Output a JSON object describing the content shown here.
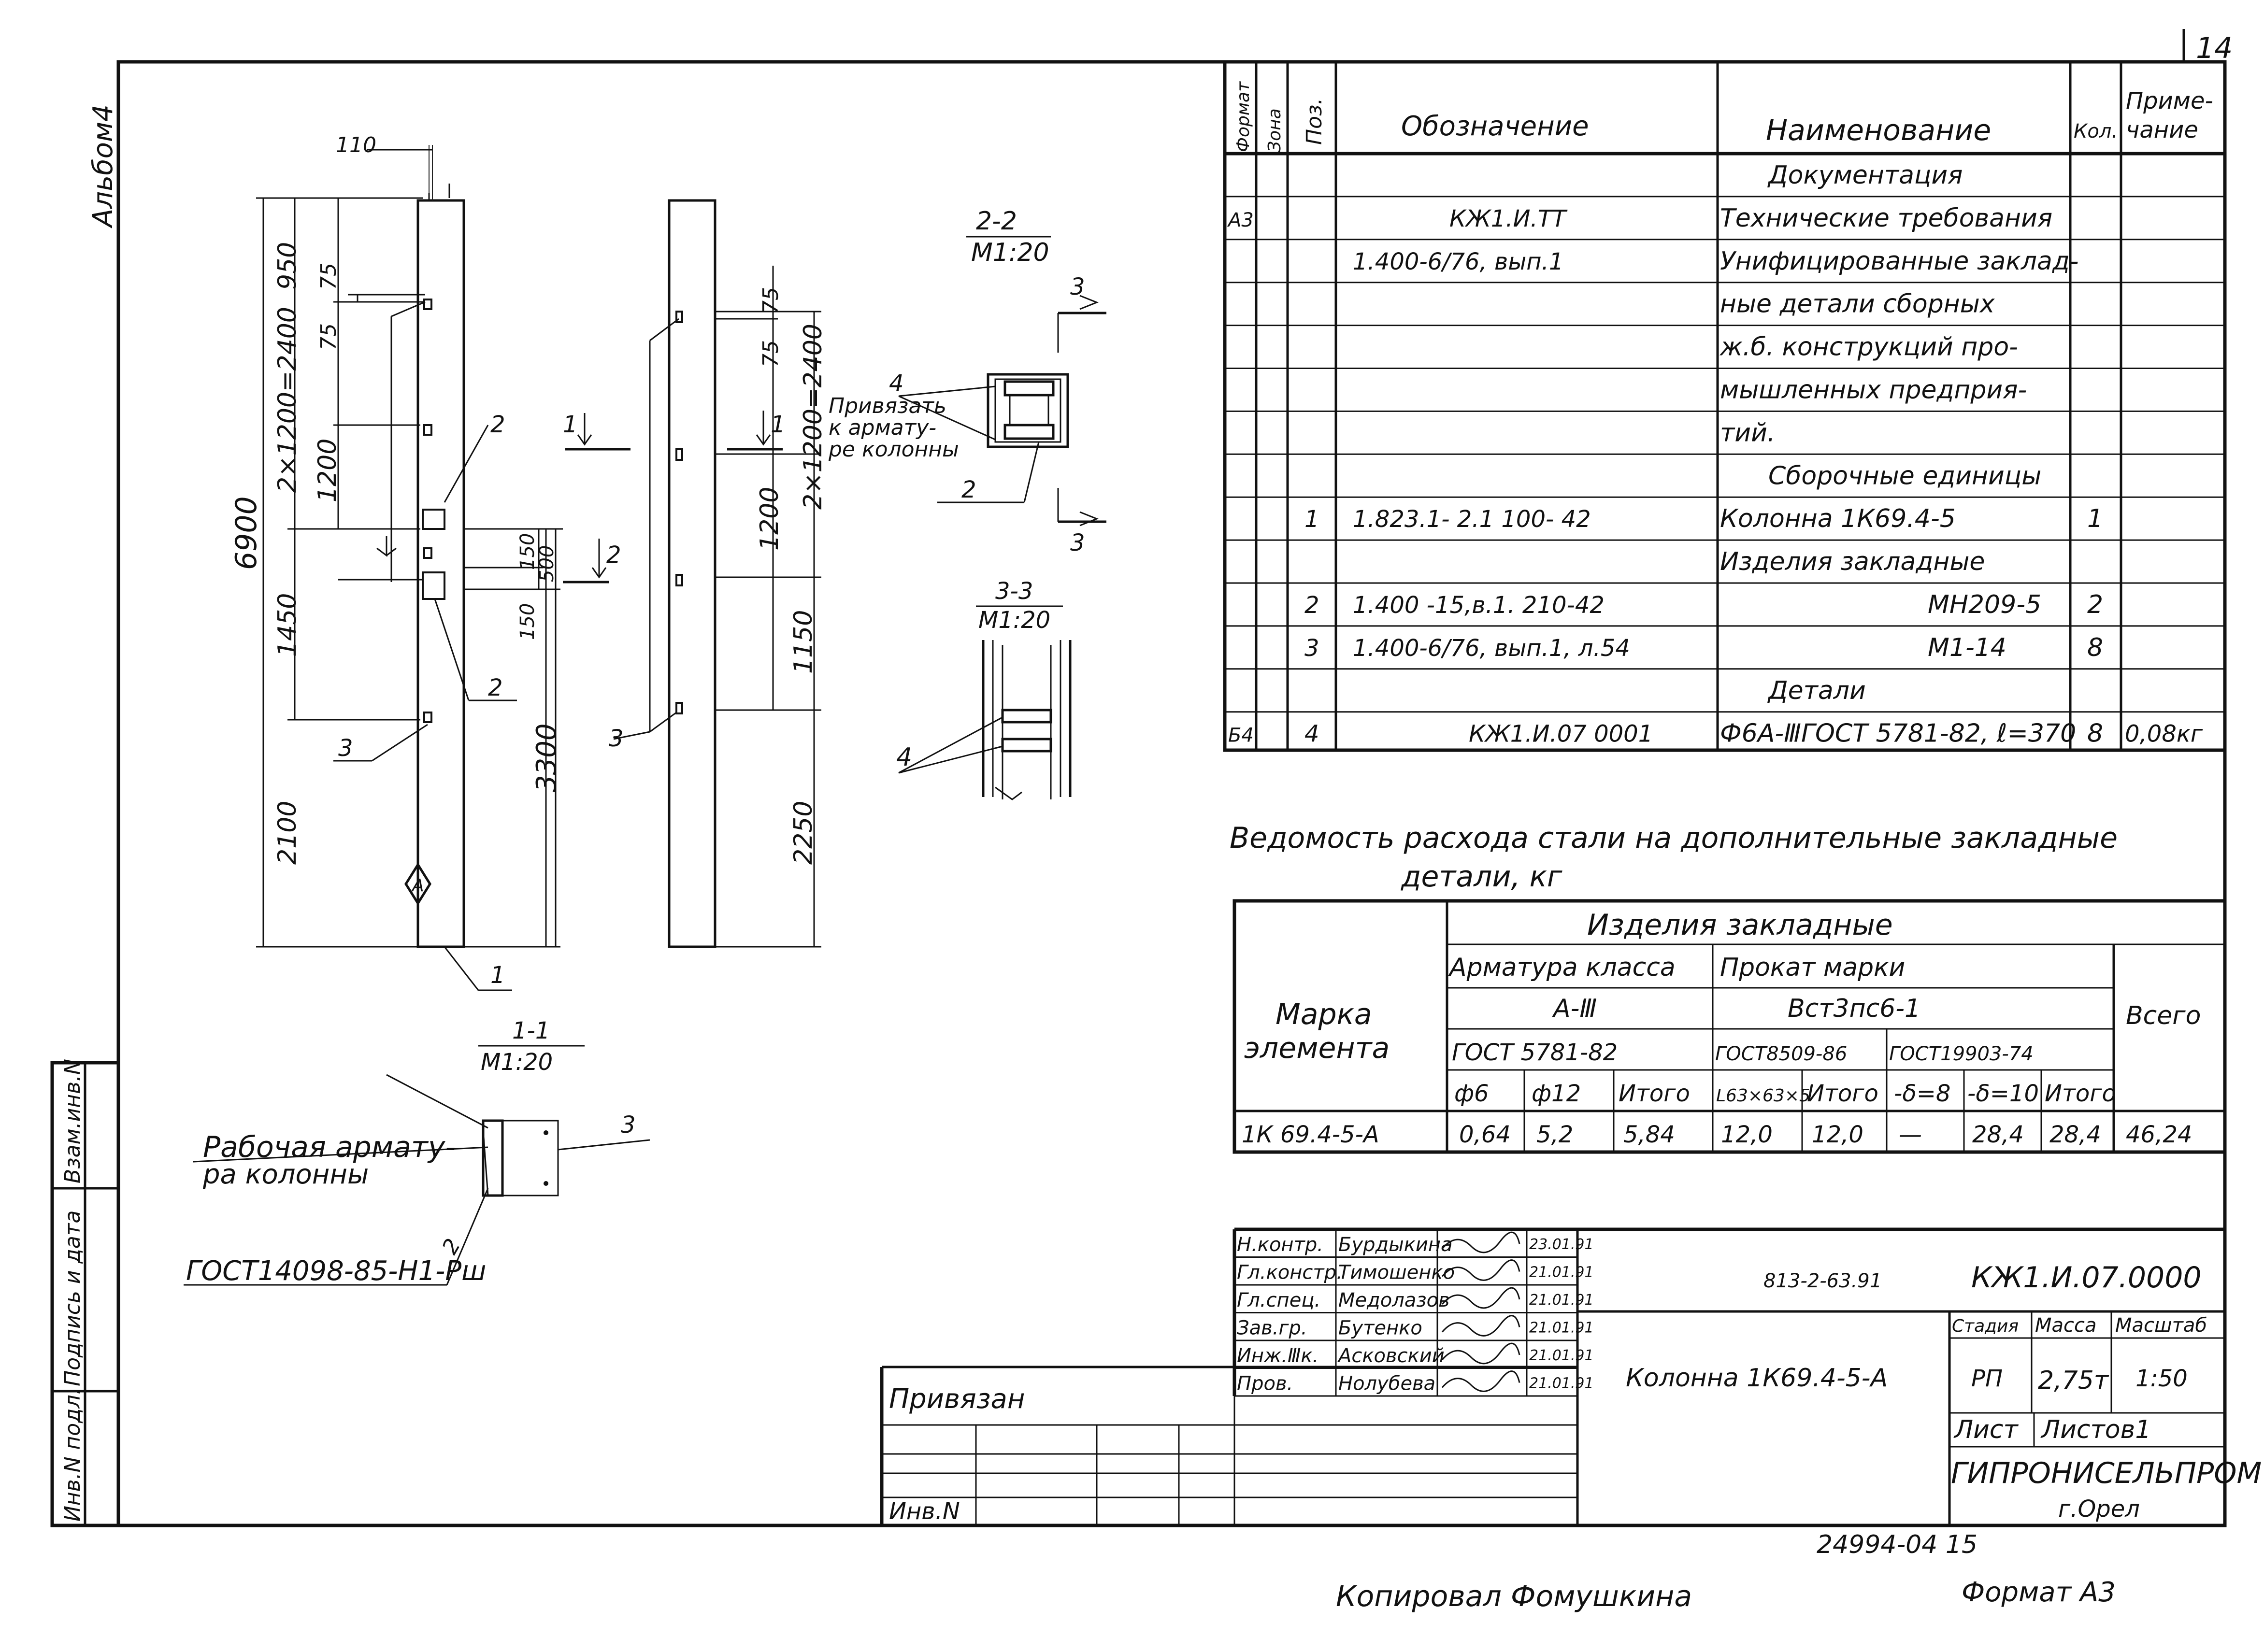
{
  "sheet": {
    "page_number": "14",
    "album": "Альбом4",
    "copied_by": "Копировал Фомушкина",
    "format": "Формат А3",
    "archive_number": "24994-04 15"
  },
  "spec_table": {
    "headers": {
      "format": "Формат",
      "zone": "Зона",
      "pos": "Поз.",
      "designation": "Обозначение",
      "name": "Наименование",
      "qty": "Кол.",
      "note_line1": "Приме-",
      "note_line2": "чание"
    },
    "rows": [
      {
        "format": "",
        "pos": "",
        "designation": "",
        "name": "Документация",
        "qty": "",
        "note": ""
      },
      {
        "format": "А3",
        "pos": "",
        "designation": "КЖ1.И.ТТ",
        "name": "Технические требования",
        "qty": "",
        "note": ""
      },
      {
        "format": "",
        "pos": "",
        "designation": "1.400-6/76, вып.1",
        "name": "Унифицированные заклад-",
        "qty": "",
        "note": ""
      },
      {
        "format": "",
        "pos": "",
        "designation": "",
        "name": "ные детали  сборных",
        "qty": "",
        "note": ""
      },
      {
        "format": "",
        "pos": "",
        "designation": "",
        "name": "ж.б. конструкций  про-",
        "qty": "",
        "note": ""
      },
      {
        "format": "",
        "pos": "",
        "designation": "",
        "name": "мышленных  предприя-",
        "qty": "",
        "note": ""
      },
      {
        "format": "",
        "pos": "",
        "designation": "",
        "name": "тий.",
        "qty": "",
        "note": ""
      },
      {
        "format": "",
        "pos": "",
        "designation": "",
        "name": "Сборочные единицы",
        "qty": "",
        "note": ""
      },
      {
        "format": "",
        "pos": "1",
        "designation": "1.823.1- 2.1    100- 42",
        "name": "Колонна 1К69.4-5",
        "qty": "1",
        "note": ""
      },
      {
        "format": "",
        "pos": "",
        "designation": "",
        "name": "Изделия закладные",
        "qty": "",
        "note": ""
      },
      {
        "format": "",
        "pos": "2",
        "designation": "1.400 -15,в.1. 210-42",
        "name": "МН209-5",
        "qty": "2",
        "note": ""
      },
      {
        "format": "",
        "pos": "3",
        "designation": "1.400-6/76, вып.1, л.54",
        "name": "М1-14",
        "qty": "8",
        "note": ""
      },
      {
        "format": "",
        "pos": "",
        "designation": "",
        "name": "Детали",
        "qty": "",
        "note": ""
      },
      {
        "format": "Б4",
        "pos": "4",
        "designation": "КЖ1.И.07 0001",
        "name": "Ф6А-ⅢГОСТ 5781-82, ℓ=370",
        "qty": "8",
        "note": "0,08кг"
      }
    ]
  },
  "steel_table": {
    "title_line1": "Ведомость расхода стали на дополнительные закладные",
    "title_line2": "детали, кг",
    "h_element_line1": "Марка",
    "h_element_line2": "элемента",
    "h_products": "Изделия закладные",
    "h_rebar_class": "Арматура класса",
    "h_rolled_grade": "Прокат марки",
    "h_total": "Всего",
    "h_a3": "А-Ⅲ",
    "h_steel": "Вст3пс6-1",
    "h_gost5781": "ГОСТ 5781-82",
    "h_gost8509": "ГОСТ8509-86",
    "h_gost19903": "ГОСТ19903-74",
    "cols": [
      "ф6",
      "ф12",
      "Итого",
      "L63×63×5",
      "Итого",
      "-δ=8",
      "-δ=10",
      "Итого"
    ],
    "row": {
      "mark": "1К 69.4-5-А",
      "values": [
        "0,64",
        "5,2",
        "5,84",
        "12,0",
        "12,0",
        "—",
        "28,4",
        "28,4"
      ],
      "total": "46,24"
    }
  },
  "title_block": {
    "roles": [
      "Н.контр.",
      "Гл.констр.",
      "Гл.спец.",
      "Зав.гр.",
      "Инж.Ⅲк.",
      "Пров."
    ],
    "names": [
      "Бурдыкина",
      "Тимошенко",
      "Медолазов",
      "Бутенко",
      "Асковский",
      "Нолубева"
    ],
    "dates": [
      "23.01.91",
      "21.01.91",
      "21.01.91",
      "21.01.91",
      "21.01.91",
      "21.01.91"
    ],
    "project_code": "813-2-63.91",
    "designation": "КЖ1.И.07.0000",
    "object_name": "Колонна 1К69.4-5-А",
    "stage_label": "Стадия",
    "mass_label": "Масса",
    "scale_label": "Масштаб",
    "stage": "РП",
    "mass": "2,75т",
    "scale": "1:50",
    "sheet_label": "Лист",
    "sheets_label": "Листов1",
    "org": "ГИПРОНИСЕЛЬПРОМ",
    "city": "г.Орел",
    "bound_label": "Привязан",
    "inv_label": "Инв.N"
  },
  "side_stamp": {
    "inv_orig": "Инв.N подл.",
    "sign_date": "Подпись и дата",
    "replace_inv": "Взам.инв.N"
  },
  "drawing": {
    "dims_front": [
      "110",
      "950",
      "75",
      "75",
      "2×1200=2400",
      "1200",
      "1450",
      "2100",
      "6900",
      "150",
      "150",
      "500",
      "3300"
    ],
    "dims_side": [
      "75",
      "75",
      "2×1200=2400",
      "1200",
      "1150",
      "2250"
    ],
    "section_2_title": "2-2",
    "section_2_scale": "М1:20",
    "section_3_title": "3-3",
    "section_3_scale": "М1:20",
    "section_1_title": "1-1",
    "section_1_scale": "М1:20",
    "note_attach_line1": "Привязать",
    "note_attach_line2": "к армату-",
    "note_attach_line3": "ре колонны",
    "rebar_note_line1": "Рабочая армату-",
    "rebar_note_line2": "ра колонны",
    "gost_note": "ГОСТ14098-85-Н1-Рш",
    "cut_labels": [
      "1",
      "1",
      "2",
      "2",
      "3",
      "3"
    ],
    "callouts_front": [
      "2",
      "2",
      "3",
      "1"
    ],
    "callouts_side": [
      "3"
    ],
    "callouts_sec2": [
      "4",
      "2"
    ],
    "callouts_sec3": [
      "4"
    ],
    "callouts_sec1": [
      "3",
      "2"
    ],
    "marker_a": "А"
  }
}
